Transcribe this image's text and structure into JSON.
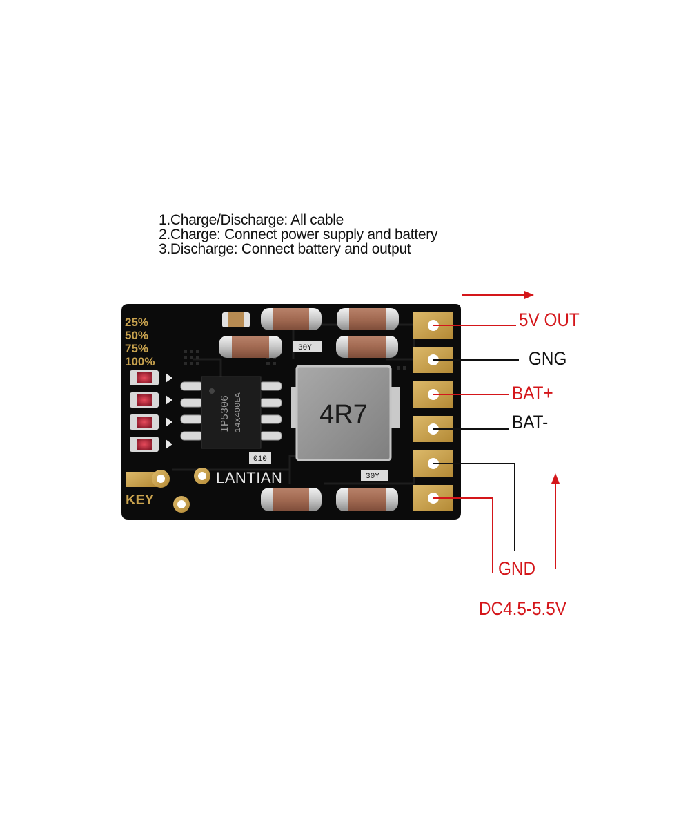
{
  "instructions": [
    "1.Charge/Discharge: All cable",
    "2.Charge: Connect power supply and battery",
    "3.Discharge: Connect battery and output"
  ],
  "board": {
    "brand": "LANTIAN",
    "chip_line1": "IP5306",
    "chip_line2": "14X400EA",
    "inductor": "4R7",
    "resistor": "010",
    "cap_marking": "30Y",
    "key_label": "KEY",
    "levels": [
      "25%",
      "50%",
      "75%",
      "100%"
    ]
  },
  "pins": {
    "out_5v": "5V OUT",
    "gng": "GNG",
    "bat_plus": "BAT+",
    "bat_minus": "BAT-",
    "gnd": "GND",
    "dc_in": "DC4.5-5.5V"
  },
  "colors": {
    "annotation_red": "#d4161a",
    "board_black": "#0b0b0b",
    "gold_pad": "#c9a24a"
  }
}
